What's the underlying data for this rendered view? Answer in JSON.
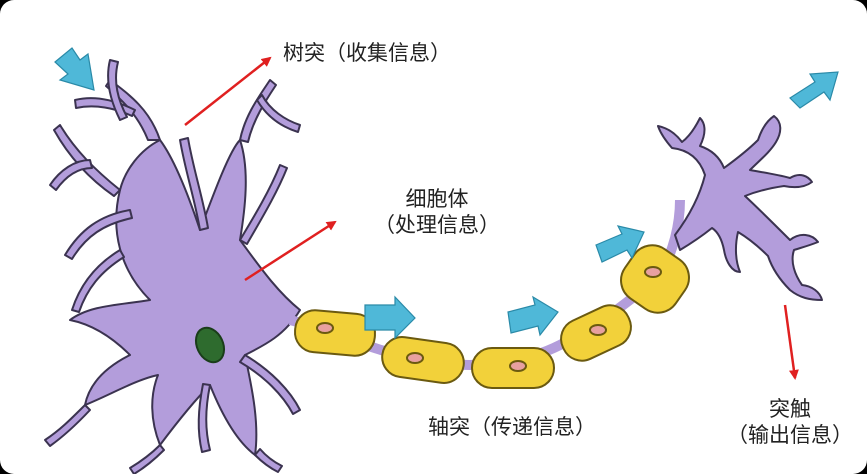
{
  "labels": {
    "dendrite": "树突（收集信息）",
    "soma_line1": "细胞体",
    "soma_line2": "（处理信息）",
    "axon": "轴突（传递信息）",
    "synapse_line1": "突触",
    "synapse_line2": "（输出信息）"
  },
  "colors": {
    "neuron_body": "#b39ddb",
    "neuron_outline": "#3b3350",
    "nucleus": "#2e6b2e",
    "myelin": "#f2d13a",
    "myelin_outline": "#6b5a10",
    "myelin_nucleus": "#e8a0a0",
    "signal_arrow": "#4fb8d8",
    "annotation_arrow": "#e02020"
  }
}
